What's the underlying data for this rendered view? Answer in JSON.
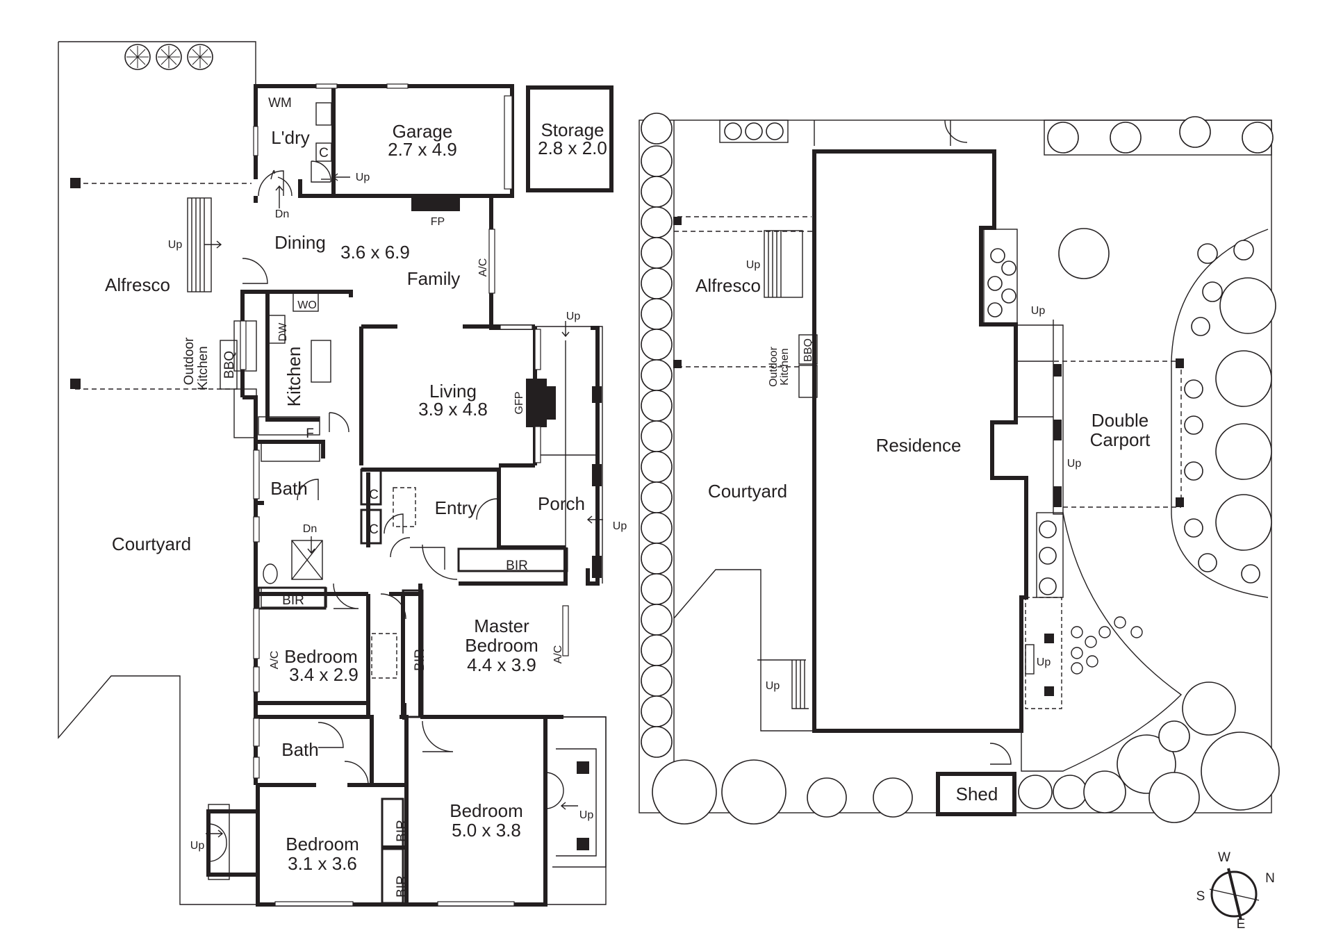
{
  "house": {
    "alfresco": "Alfresco",
    "courtyard": "Courtyard",
    "outdoor_kitchen_line1": "Outdoor",
    "outdoor_kitchen_line2": "Kitchen",
    "bbq": "BBQ",
    "wm": "WM",
    "laundry": "L'dry",
    "c": "C",
    "garage": "Garage",
    "garage_size": "2.7 x 4.9",
    "storage": "Storage",
    "storage_size": "2.8 x 2.0",
    "fp": "FP",
    "dining": "Dining",
    "dining_size": "3.6 x 6.9",
    "family": "Family",
    "ac": "A/C",
    "wo": "WO",
    "dw": "DW",
    "kitchen": "Kitchen",
    "f": "F",
    "living": "Living",
    "living_size": "3.9 x 4.8",
    "gfp": "GFP",
    "bath": "Bath",
    "entry": "Entry",
    "porch": "Porch",
    "bir": "BIR",
    "bedroom": "Bedroom",
    "bedroom_a_size": "3.4 x 2.9",
    "master_line1": "Master",
    "master_line2": "Bedroom",
    "master_size": "4.4 x 3.9",
    "bedroom_b_size": "5.0 x 3.8",
    "bedroom_c_size": "3.1 x 3.6",
    "up": "Up",
    "dn": "Dn"
  },
  "site": {
    "alfresco": "Alfresco",
    "courtyard": "Courtyard",
    "outdoor_kitchen_line1": "Outdoor",
    "outdoor_kitchen_line2": "Kitchen",
    "bbq": "BBQ",
    "residence": "Residence",
    "double_carport_line1": "Double",
    "double_carport_line2": "Carport",
    "shed": "Shed",
    "up": "Up"
  },
  "compass": {
    "north": "N",
    "south": "S",
    "east": "E",
    "west": "W"
  }
}
